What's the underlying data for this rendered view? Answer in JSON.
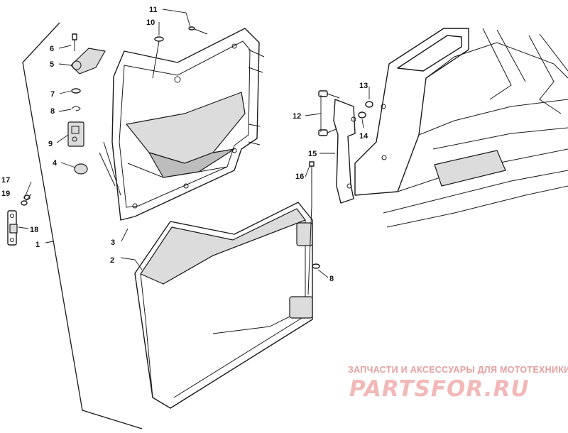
{
  "callouts": {
    "c1": "1",
    "c2": "2",
    "c3": "3",
    "c4": "4",
    "c5": "5",
    "c6": "6",
    "c7": "7",
    "c8a": "8",
    "c8b": "8",
    "c9": "9",
    "c10": "10",
    "c11": "11",
    "c12": "12",
    "c13": "13",
    "c14": "14",
    "c15": "15",
    "c16": "16",
    "c17": "17",
    "c18": "18",
    "c19": "19"
  },
  "watermark": {
    "caption": "ЗАПЧАСТИ И АКСЕССУАРЫ ДЛЯ МОТОТЕХНИКИ",
    "logo": "PARTSFOR.RU"
  },
  "colors": {
    "line": "#1a1a1a",
    "shade": "#dcdcdc",
    "watermark": "#f2b8b8"
  }
}
